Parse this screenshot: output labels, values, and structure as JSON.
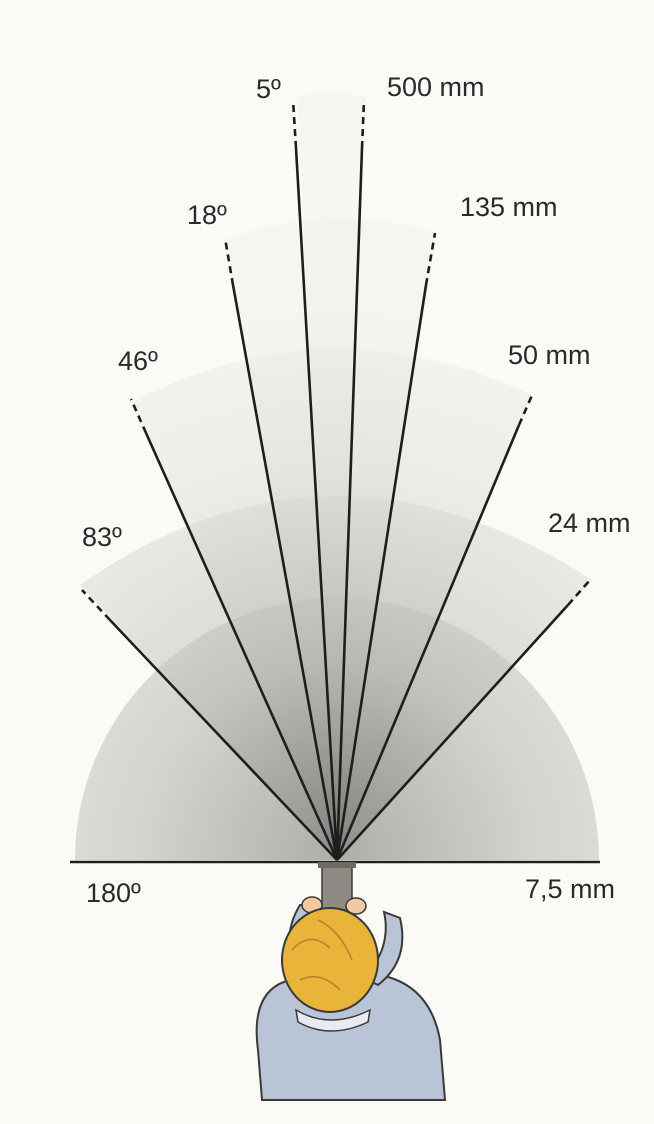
{
  "fields_of_view": [
    {
      "angle": "5º",
      "focal": "500 mm"
    },
    {
      "angle": "18º",
      "focal": "135 mm"
    },
    {
      "angle": "46º",
      "focal": "50 mm"
    },
    {
      "angle": "83º",
      "focal": "24 mm"
    },
    {
      "angle": "180º",
      "focal": "7,5 mm"
    }
  ],
  "colors": {
    "background": "#fbfaf6",
    "fan_light": "#e9e8e3",
    "fan_mid": "#c8c7c2",
    "fan_dark": "#8d8c88",
    "lines": "#1e1e1e",
    "hair": "#e8b53a",
    "shirt": "#b9c4d6",
    "skin": "#f2c9a0",
    "lens": "#8e8a84"
  },
  "icons": [
    "photographer-icon",
    "camera-lens-icon"
  ]
}
